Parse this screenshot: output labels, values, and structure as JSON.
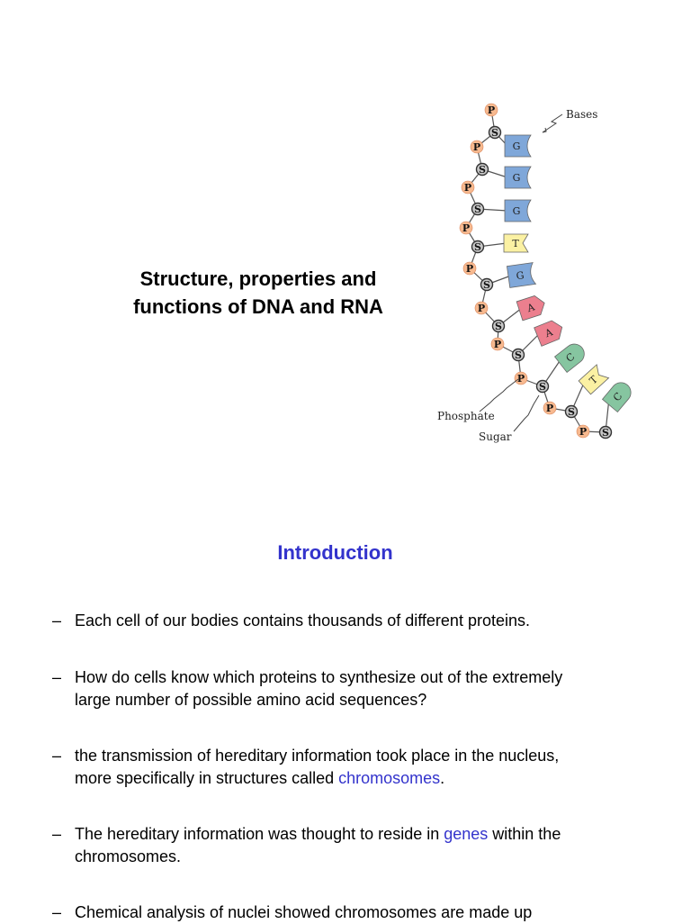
{
  "title": {
    "line1": "Structure, properties and",
    "line2": "functions of DNA and RNA"
  },
  "figure": {
    "labels": {
      "bases": "Bases",
      "phosphate": "Phosphate",
      "sugar": "Sugar"
    },
    "phosphate_letter": "P",
    "sugar_letter": "S",
    "bases": [
      "G",
      "G",
      "G",
      "T",
      "G",
      "A",
      "A",
      "C",
      "T",
      "C"
    ],
    "colors": {
      "phosphate": "#f7b98f",
      "sugar": "#c8c8c8",
      "G": "#7fa7d9",
      "T": "#fbf1a3",
      "A": "#ec7f8e",
      "C": "#86c5a0"
    }
  },
  "section_heading": "Introduction",
  "bullet_marker": "–",
  "bullets": [
    {
      "lines": [
        "Each cell of our bodies contains thousands of different proteins."
      ]
    },
    {
      "lines": [
        "How do cells know which proteins to synthesize out of the extremely",
        "large number of possible amino acid sequences?"
      ]
    },
    {
      "line1": "the transmission of hereditary information took place in the nucleus,",
      "line2_before": "more specifically in structures called ",
      "line2_highlight": "chromosomes",
      "line2_after": "."
    },
    {
      "line1_before": "The hereditary information was thought to reside in ",
      "line1_highlight": "genes",
      "line1_after": " within the",
      "line2": "chromosomes."
    },
    {
      "lines": [
        "Chemical analysis of nuclei showed chromosomes are made up"
      ]
    }
  ]
}
